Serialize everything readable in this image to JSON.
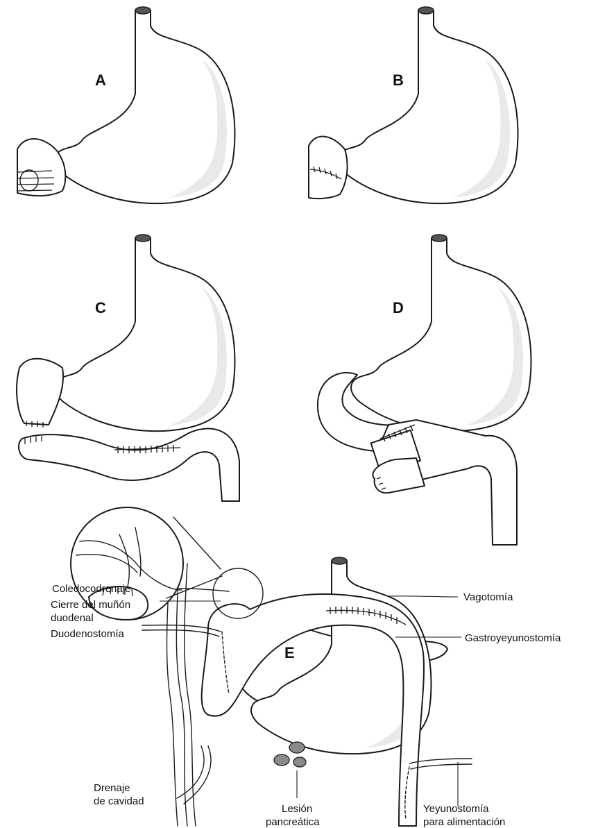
{
  "panels": [
    {
      "id": "A",
      "label": "A"
    },
    {
      "id": "B",
      "label": "B"
    },
    {
      "id": "C",
      "label": "C"
    },
    {
      "id": "D",
      "label": "D"
    },
    {
      "id": "E",
      "label": "E"
    }
  ],
  "callouts": {
    "vagotomia": "Vagotomía",
    "gastroyeyunostomia": "Gastroyeyunostomía",
    "coledocodrenaje": "Coledocodrenaje",
    "cierre_1": "Cierre del muñón",
    "cierre_2": "duodenal",
    "duodenostomia": "Duodenostomía",
    "drenaje_1": "Drenaje",
    "drenaje_2": "de cavidad",
    "lesion_1": "Lesión",
    "lesion_2": "pancreática",
    "yeyuno_1": "Yeyunostomía",
    "yeyuno_2": "para alimentación"
  },
  "colors": {
    "line": "#1a1a1a",
    "fill": "#ffffff",
    "shade": "#e9e9e9",
    "lesion": "#8a8a8a"
  }
}
